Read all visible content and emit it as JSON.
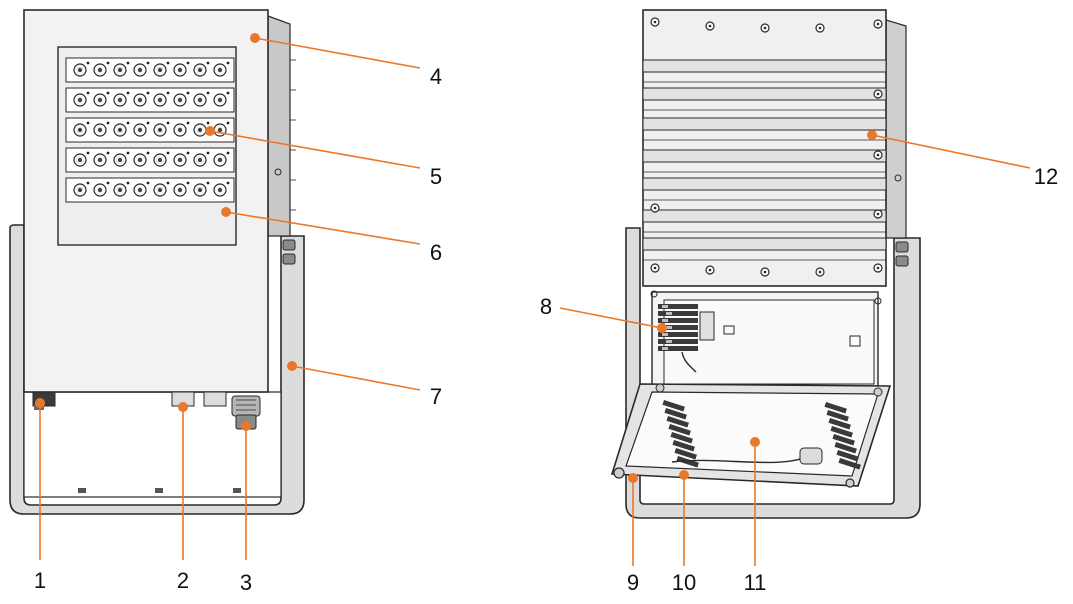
{
  "colors": {
    "leader": "#e8792b",
    "outline": "#2a2a2a",
    "panel": "#f2f2f2",
    "shade": "#d9d9d9",
    "dark": "#3a3a3a"
  },
  "callouts": [
    {
      "id": "1",
      "label": "1"
    },
    {
      "id": "2",
      "label": "2"
    },
    {
      "id": "3",
      "label": "3"
    },
    {
      "id": "4",
      "label": "4"
    },
    {
      "id": "5",
      "label": "5"
    },
    {
      "id": "6",
      "label": "6"
    },
    {
      "id": "7",
      "label": "7"
    },
    {
      "id": "8",
      "label": "8"
    },
    {
      "id": "9",
      "label": "9"
    },
    {
      "id": "10",
      "label": "10"
    },
    {
      "id": "11",
      "label": "11"
    },
    {
      "id": "12",
      "label": "12"
    }
  ]
}
